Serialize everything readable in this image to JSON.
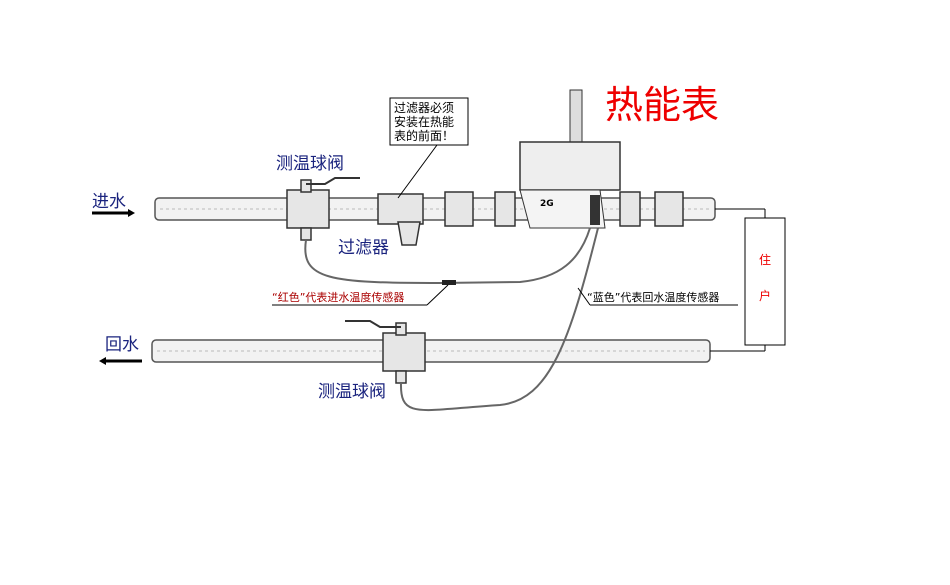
{
  "title": "热能表",
  "labels": {
    "inlet": "进水",
    "return": "回水",
    "ball_valve_top": "测温球阀",
    "ball_valve_bottom": "测温球阀",
    "filter": "过滤器",
    "filter_note": [
      "过滤器必须",
      "安装在热能",
      "表的前面！"
    ],
    "red_sensor": "“红色”代表进水温度传感器",
    "blue_sensor": "“蓝色”代表回水温度传感器",
    "household": [
      "住",
      "户"
    ],
    "meter_brand": "2G"
  },
  "colors": {
    "title": "#e00000",
    "labels": "#1a237e",
    "red_note": "#a00000"
  }
}
